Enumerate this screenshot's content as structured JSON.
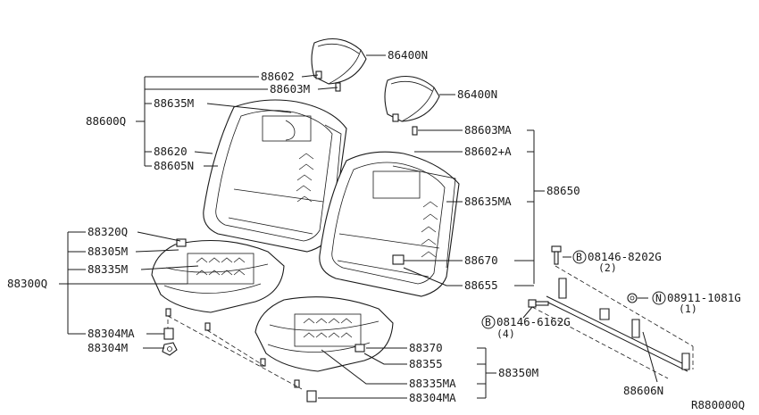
{
  "diagram": {
    "labels": {
      "headrest_right": "86400N",
      "headrest_left": "86400N",
      "l88602": "88602",
      "l88603M": "88603M",
      "l88635M": "88635M",
      "l88600Q": "88600Q",
      "l88620": "88620",
      "l88605N": "88605N",
      "l88603MA": "88603MA",
      "l88602A": "88602+A",
      "l88635MA": "88635MA",
      "l88650": "88650",
      "l88670": "88670",
      "l88655": "88655",
      "l88320Q": "88320Q",
      "l88305M": "88305M",
      "l88335M": "88335M",
      "l88300Q": "88300Q",
      "l88304MA": "88304MA",
      "l88304M": "88304M",
      "l88370": "88370",
      "l88355": "88355",
      "l88350M": "88350M",
      "l88335MA": "88335MA",
      "l88304MA_b": "88304MA",
      "l88606N": "88606N",
      "bolt1_code": "08146-8202G",
      "bolt1_qty": "(2)",
      "nut_code": "08911-1081G",
      "nut_qty": "(1)",
      "bolt2_code": "08146-6162G",
      "bolt2_qty": "(4)",
      "circle_B": "B",
      "circle_N": "N",
      "ref_code": "R880000Q"
    }
  }
}
